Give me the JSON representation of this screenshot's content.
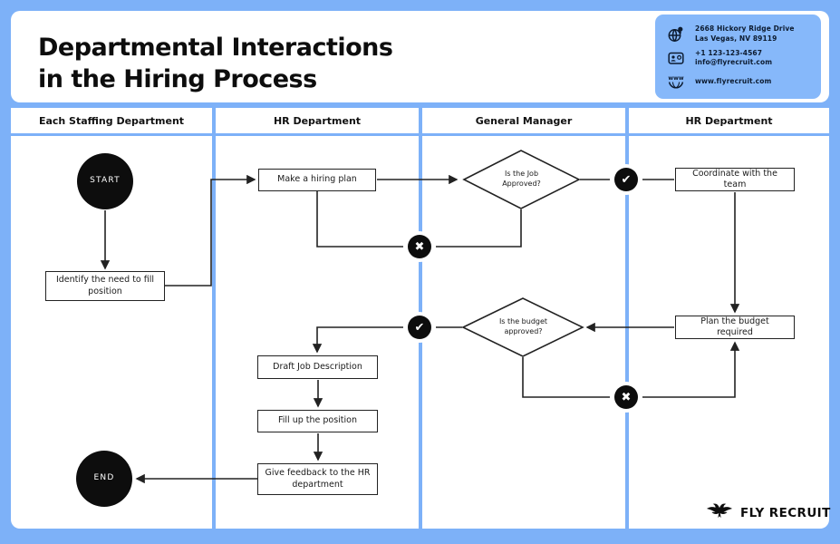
{
  "colors": {
    "border_blue": "#7db1f8",
    "contact_card_blue": "#86b8fa",
    "lane_divider_blue": "#85b6f2",
    "node_black": "#0d0d0d",
    "line_dark": "#222222"
  },
  "header": {
    "title_line1": "Departmental Interactions",
    "title_line2": "in the Hiring Process",
    "contact": {
      "address_line1": "2668 Hickory Ridge Drive",
      "address_line2": "Las Vegas, NV 89119",
      "phone": "+1 123-123-4567",
      "email": "info@flyrecruit.com",
      "website": "www.flyrecruit.com"
    }
  },
  "lanes": [
    {
      "label": "Each Staffing Department"
    },
    {
      "label": "HR Department"
    },
    {
      "label": "General Manager"
    },
    {
      "label": "HR Department"
    }
  ],
  "flow": {
    "nodes": {
      "start": {
        "type": "terminal",
        "label": "START",
        "lane": "Each Staffing Department"
      },
      "identify": {
        "type": "process",
        "label": "Identify the need to fill position",
        "lane": "Each Staffing Department"
      },
      "make_plan": {
        "type": "process",
        "label": "Make a hiring plan",
        "lane": "HR Department"
      },
      "job_approved": {
        "type": "decision",
        "label": "Is the Job Approved?",
        "lane": "General Manager"
      },
      "coordinate": {
        "type": "process",
        "label": "Coordinate with the team",
        "lane": "HR Department"
      },
      "plan_budget": {
        "type": "process",
        "label": "Plan the budget required",
        "lane": "HR Department"
      },
      "budget_approved": {
        "type": "decision",
        "label": "Is the budget approved?",
        "lane": "General Manager"
      },
      "draft_jd": {
        "type": "process",
        "label": "Draft Job Description",
        "lane": "HR Department"
      },
      "fill_position": {
        "type": "process",
        "label": "Fill up the position",
        "lane": "HR Department"
      },
      "feedback": {
        "type": "process",
        "label": "Give feedback to the HR department",
        "lane": "HR Department"
      },
      "end": {
        "type": "terminal",
        "label": "END",
        "lane": "Each Staffing Department"
      }
    },
    "icons": {
      "approved_glyph": "✔",
      "rejected_glyph": "✖"
    }
  },
  "footer": {
    "brand": "FLY RECRUIT"
  }
}
